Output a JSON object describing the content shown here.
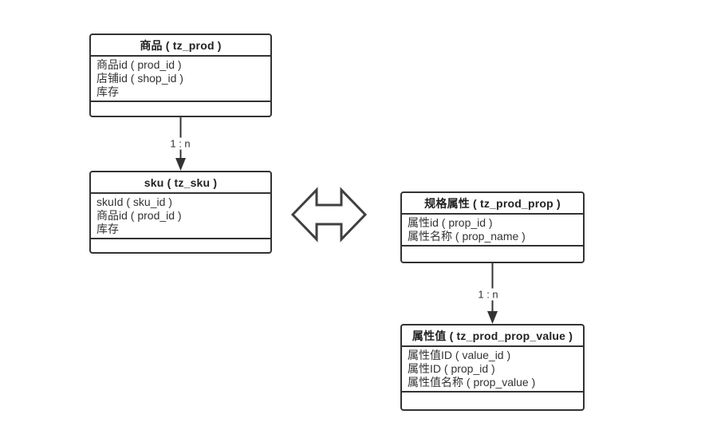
{
  "diagram": {
    "background_color": "#ffffff",
    "stroke_color": "#333333",
    "text_color": "#333333",
    "entities": [
      {
        "id": "tz_prod",
        "title": "商品 ( tz_prod )",
        "fields": [
          "商品id ( prod_id )",
          "店铺id ( shop_id )",
          "库存"
        ]
      },
      {
        "id": "tz_sku",
        "title": "sku ( tz_sku )",
        "fields": [
          "skuId ( sku_id )",
          "商品id ( prod_id )",
          "库存"
        ]
      },
      {
        "id": "tz_prod_prop",
        "title": "规格属性 ( tz_prod_prop )",
        "fields": [
          "属性id ( prop_id )",
          "属性名称 ( prop_name )"
        ]
      },
      {
        "id": "tz_prod_prop_value",
        "title": "属性值 ( tz_prod_prop_value )",
        "fields": [
          "属性值ID ( value_id )",
          "属性ID ( prop_id )",
          "属性值名称 ( prop_value )"
        ]
      }
    ],
    "relationships": [
      {
        "from": "tz_prod",
        "to": "tz_sku",
        "label": "1 : n",
        "type": "arrow-down"
      },
      {
        "from": "tz_prod_prop",
        "to": "tz_prod_prop_value",
        "label": "1 : n",
        "type": "arrow-down"
      },
      {
        "from": "tz_sku",
        "to": "tz_prod_prop",
        "label": "",
        "type": "double-arrow-horizontal"
      }
    ]
  }
}
